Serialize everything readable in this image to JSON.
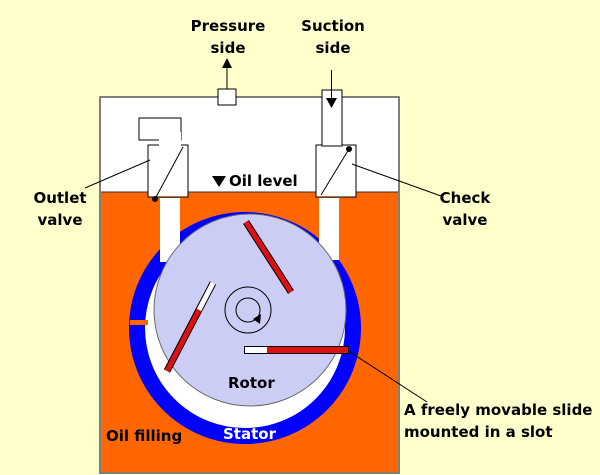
{
  "labels": {
    "pressure_side": [
      "Pressure",
      "side"
    ],
    "suction_side": [
      "Suction",
      "side"
    ],
    "outlet_valve": [
      "Outlet",
      "valve"
    ],
    "check_valve": [
      "Check",
      "valve"
    ],
    "oil_level": "Oil level",
    "rotor": "Rotor",
    "stator": "Stator",
    "oil_filling": "Oil filling",
    "slide": [
      "A freely movable slide",
      "mounted in a slot"
    ]
  },
  "colors": {
    "background": "#ffffcc",
    "oil": "#ff6600",
    "stator": "#0000ff",
    "rotor": "#cccdf5",
    "slide": "#dd1111",
    "housing": "#ffffff"
  }
}
